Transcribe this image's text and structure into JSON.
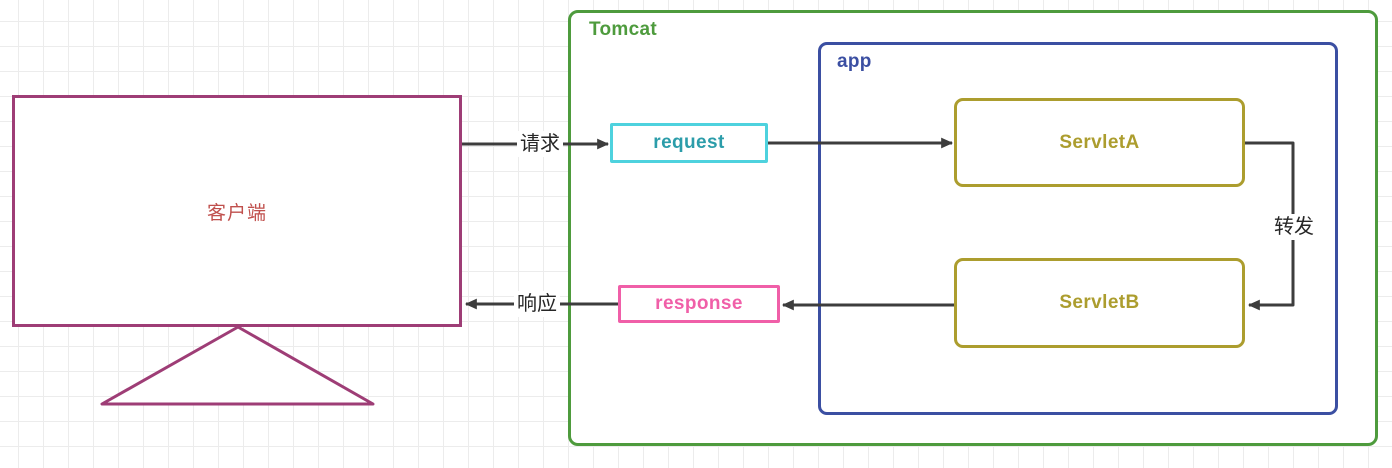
{
  "canvas": {
    "background": "#ffffff",
    "grid_color": "#ececec"
  },
  "nodes": {
    "client": {
      "label": "客户端",
      "border_color": "#9e3d76",
      "text_color": "#c0504d",
      "shape": "monitor-with-stand"
    },
    "tomcat": {
      "label": "Tomcat",
      "color": "#4e9b3d"
    },
    "app": {
      "label": "app",
      "color": "#3b4fa2"
    },
    "request": {
      "label": "request",
      "border_color": "#4ed2de",
      "text_color": "#2c9daa"
    },
    "response": {
      "label": "response",
      "border_color": "#f05fa8",
      "text_color": "#f05fa8"
    },
    "servletA": {
      "label": "ServletA",
      "color": "#ac9d2e"
    },
    "servletB": {
      "label": "ServletB",
      "color": "#ac9d2e"
    }
  },
  "edges": {
    "arrow_color": "#3d3d3d",
    "request_label": "请求",
    "response_label": "响应",
    "forward_label": "转发",
    "flow": [
      "客户端 → request (请求)",
      "request → ServletA",
      "ServletA → ServletB (转发)",
      "ServletB → response",
      "response → 客户端 (响应)"
    ]
  }
}
